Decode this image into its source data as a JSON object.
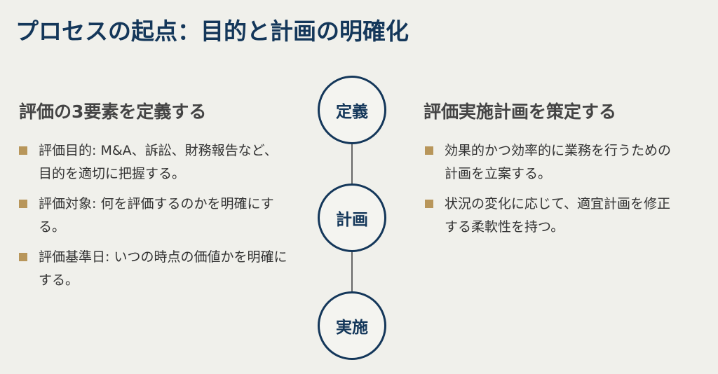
{
  "title": "プロセスの起点：目的と計画の明確化",
  "left": {
    "heading": "評価の3要素を定義する",
    "items": [
      "評価目的: M&A、訴訟、財務報告など、目的を適切に把握する。",
      "評価対象: 何を評価するのかを明確にする。",
      "評価基準日: いつの時点の価値かを明確にする。"
    ]
  },
  "steps": [
    "定義",
    "計画",
    "実施"
  ],
  "right": {
    "heading": "評価実施計画を策定する",
    "items": [
      "効果的かつ効率的に業務を行うための計画を立案する。",
      "状況の変化に応じて、適宜計画を修正する柔軟性を持つ。"
    ]
  },
  "colors": {
    "navy": "#14375a",
    "bullet": "#b8965a",
    "background": "#f0f0eb"
  }
}
